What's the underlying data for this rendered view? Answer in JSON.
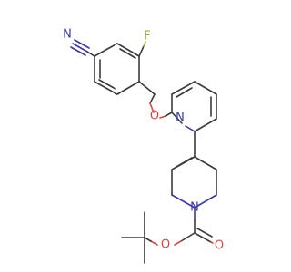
{
  "molecule": {
    "atom_labels": {
      "nitrile_n": "N",
      "fluorine": "F",
      "ether_o": "O",
      "pyridine_n": "N",
      "piperidine_n": "N",
      "carbonyl_o": "O",
      "ester_o": "O"
    },
    "colors": {
      "bond": "#3a3a3a",
      "nitrogen": "#3a3a9c",
      "oxygen": "#d64a44",
      "fluorine": "#8fb43a",
      "background": "#ffffff"
    }
  }
}
